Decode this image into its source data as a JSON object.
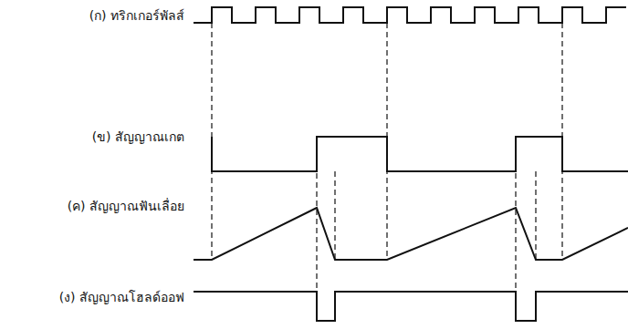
{
  "diagram": {
    "labels": [
      "(ก) ทริกเกอร์พัลส์",
      "(ข) สัญญาณเกต",
      "(ค) สัญญาณฟันเลื่อย",
      "(ง) สัญญาณโฮลด์ออฟ"
    ]
  }
}
